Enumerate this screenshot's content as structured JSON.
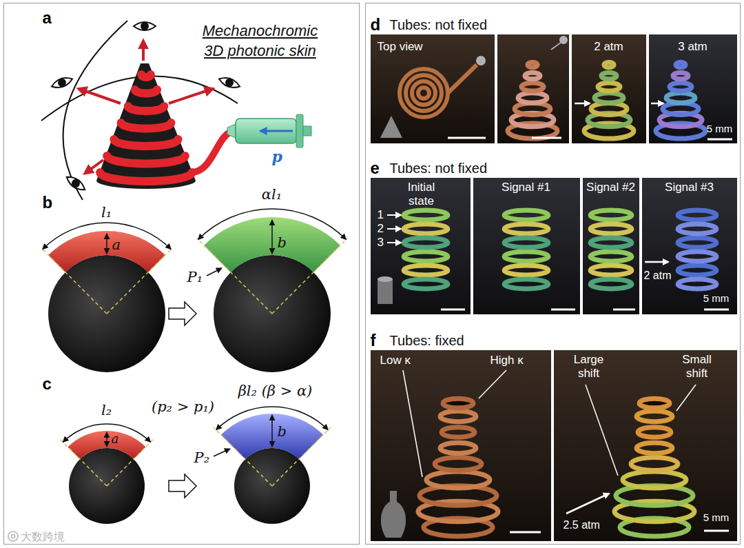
{
  "diagram": {
    "nodes": [
      {
        "text": [
          "a",
          "Mechanochromic 3D photonic skin",
          "p",
          "b",
          "l₁",
          "a",
          "αl₁",
          "b",
          "P₁",
          "c",
          "l₂",
          "(p₂ > p₁)",
          "βl₂ (β > α)",
          "a",
          "b",
          "P₂"
        ]
      },
      {
        "text": [
          "d",
          "Tubes: not fixed",
          "Top view",
          "2 atm",
          "3 atm",
          "5 mm",
          "e",
          "Tubes: not fixed",
          "Initial state",
          "1",
          "2",
          "3",
          "Signal #1",
          "Signal #2",
          "Signal #3",
          "2 atm",
          "5 mm",
          "f",
          "Tubes: fixed",
          "Low κ",
          "High κ",
          "Large shift",
          "Small shift",
          "2.5 atm",
          "5 mm"
        ]
      }
    ],
    "labels": [
      "大数跨境"
    ]
  }
}
